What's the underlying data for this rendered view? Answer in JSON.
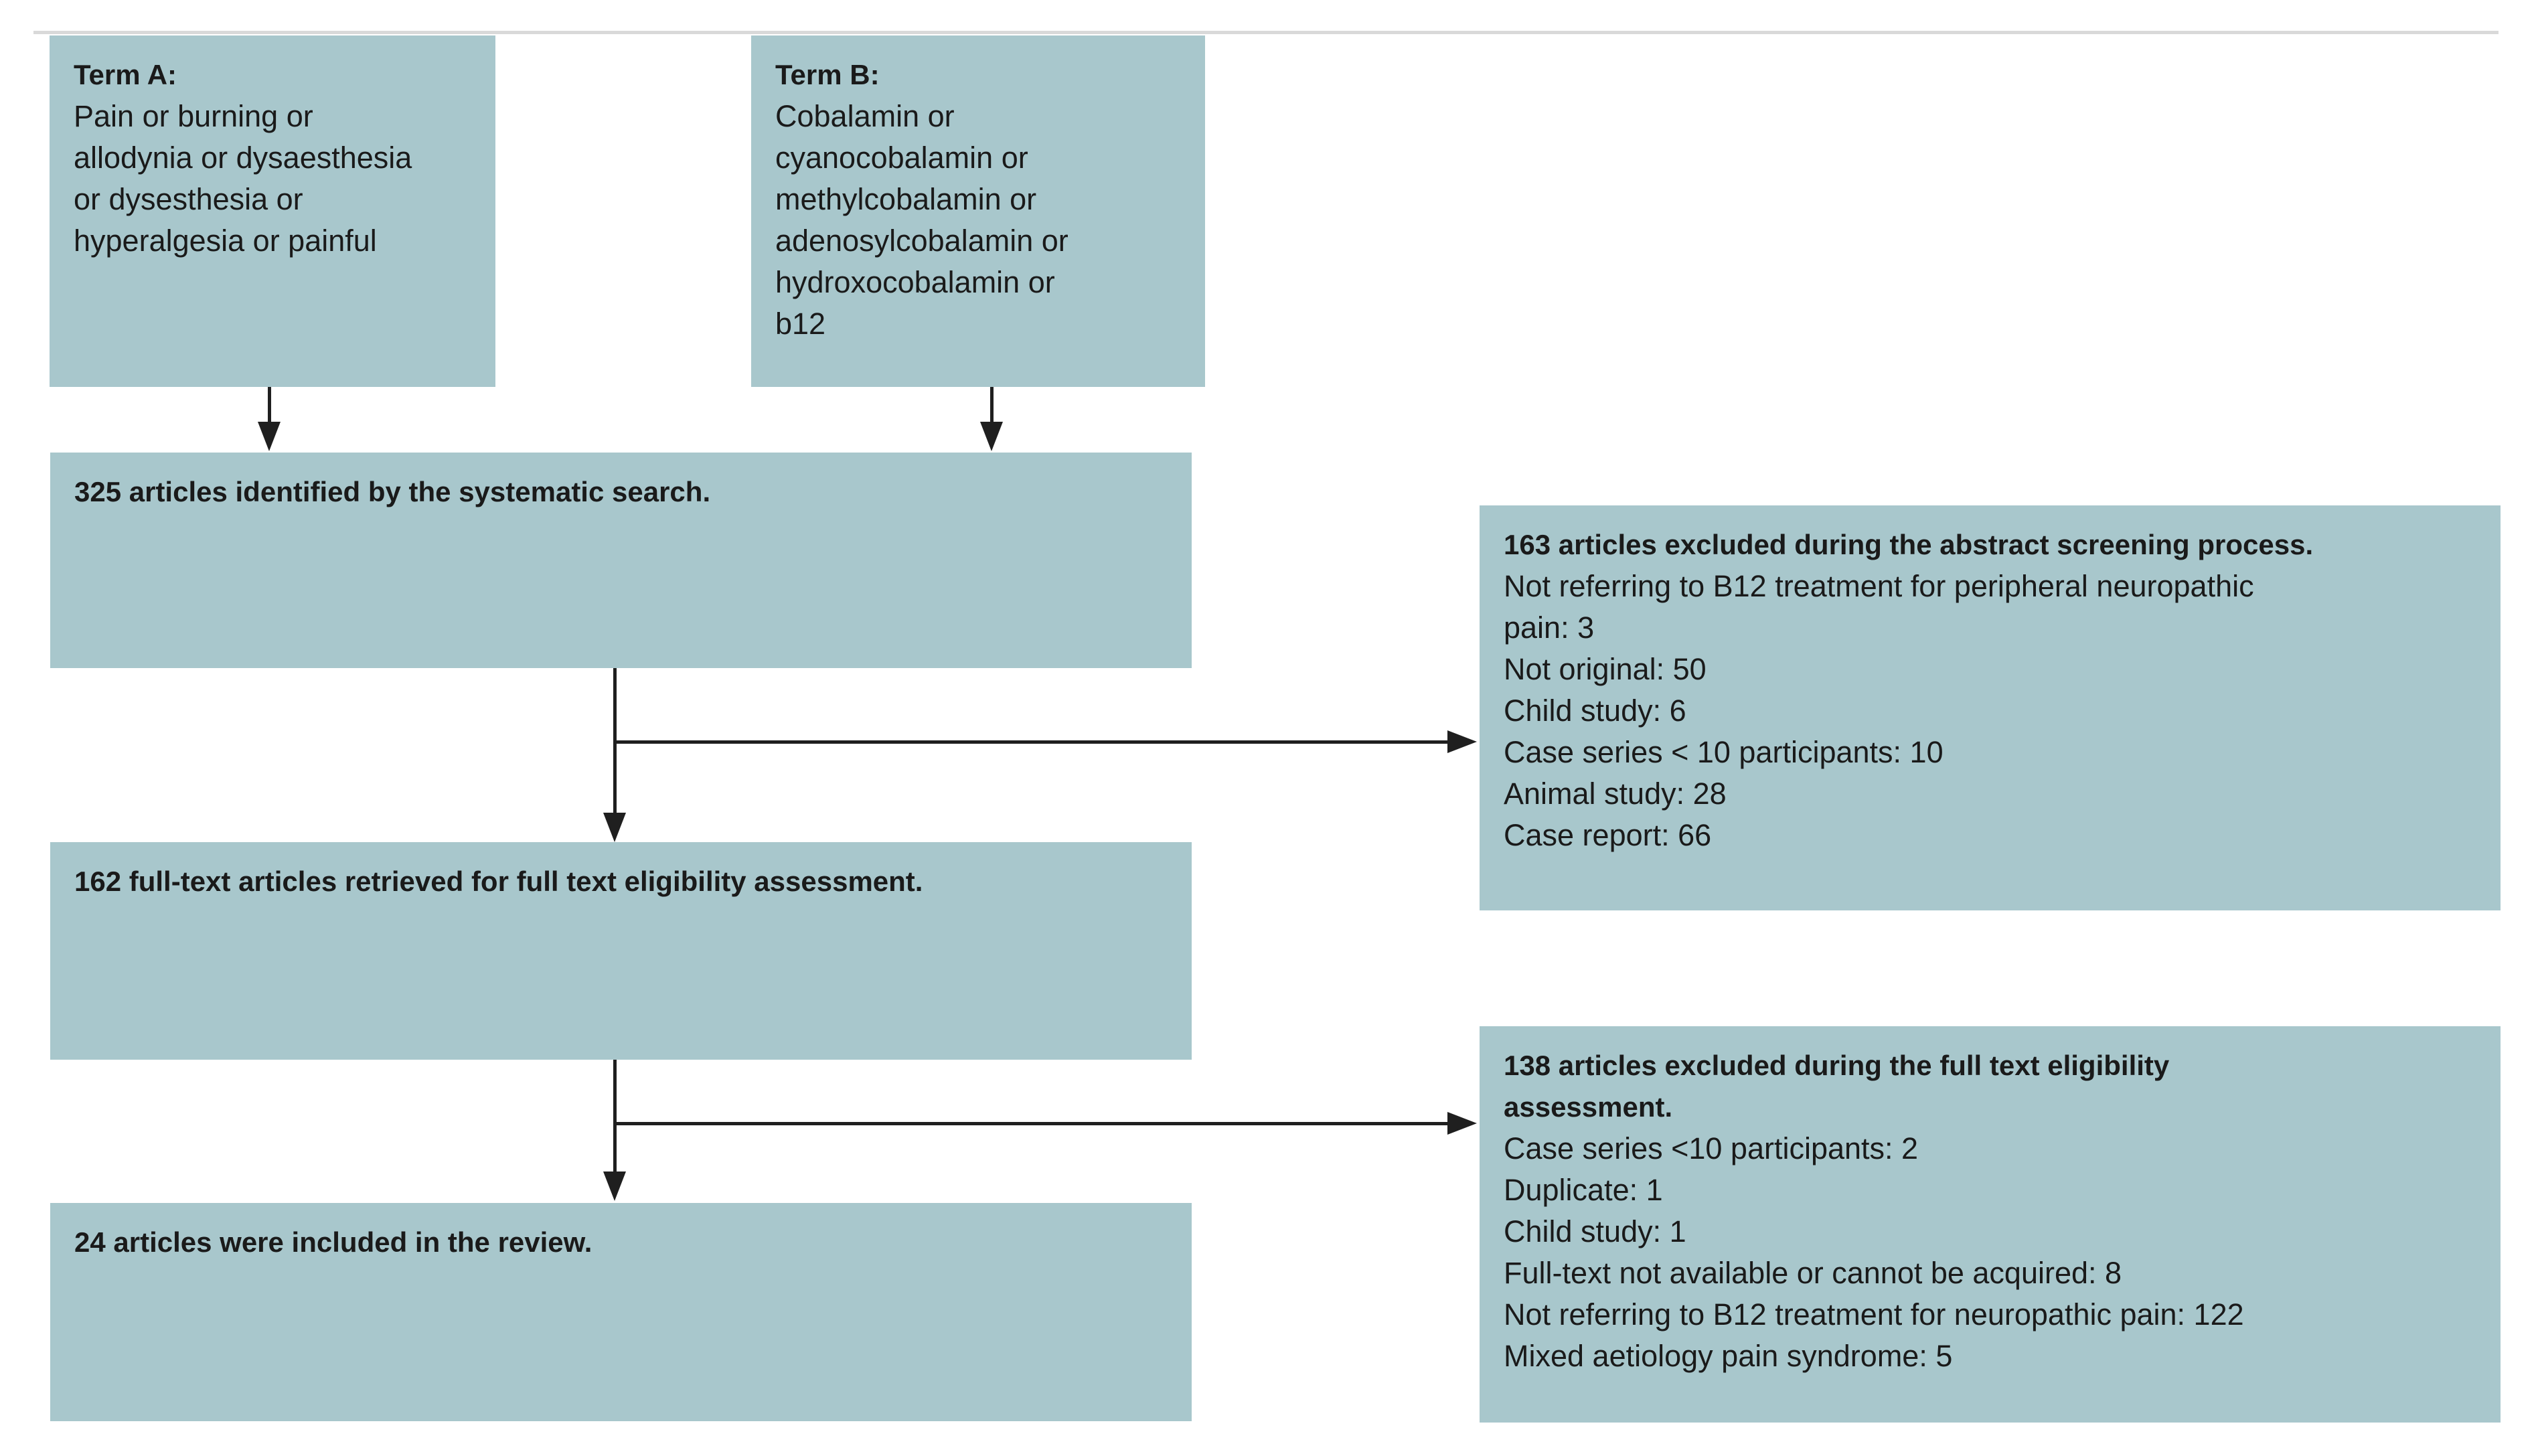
{
  "colors": {
    "background": "#ffffff",
    "box_fill": "#a8c7cc",
    "text": "#1a1a1a",
    "line": "#1f1f1f",
    "divider": "#d9d9d9"
  },
  "boxes": {
    "term_a": {
      "title": "Term A:",
      "body": [
        "Pain or burning or",
        "allodynia or dysaesthesia",
        "or dysesthesia or",
        "hyperalgesia or painful"
      ]
    },
    "term_b": {
      "title": "Term B:",
      "body": [
        "Cobalamin or",
        "cyanocobalamin or",
        "methylcobalamin or",
        "adenosylcobalamin or",
        "hydroxocobalamin or",
        "b12"
      ]
    },
    "identified": {
      "title": "325 articles identified by the systematic search."
    },
    "excluded_abstract": {
      "title": "163 articles excluded during the abstract screening process.",
      "body": [
        "Not referring to B12 treatment for peripheral neuropathic",
        "pain: 3",
        "Not original: 50",
        "Child study: 6",
        "Case series < 10 participants: 10",
        "Animal study: 28",
        "Case report: 66"
      ]
    },
    "fulltext_retrieved": {
      "title": "162 full-text articles retrieved for full text eligibility assessment."
    },
    "excluded_fulltext": {
      "title": [
        "138 articles excluded during the full text eligibility",
        "assessment."
      ],
      "body": [
        "Case series <10 participants: 2",
        "Duplicate: 1",
        "Child study: 1",
        "Full-text not available or cannot be acquired: 8",
        "Not referring to B12 treatment for neuropathic pain: 122",
        "Mixed aetiology pain syndrome: 5"
      ]
    },
    "included": {
      "title": "24 articles were included in the review."
    }
  }
}
